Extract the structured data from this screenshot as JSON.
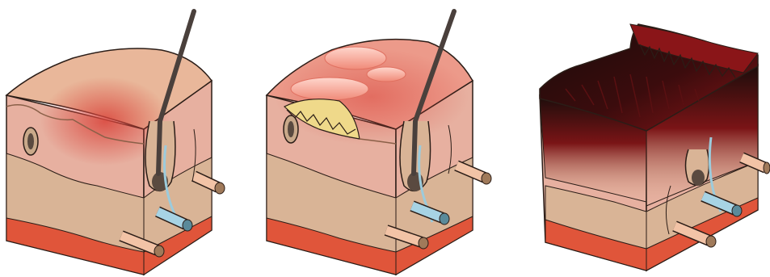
{
  "figure": {
    "panels": [
      {
        "id": "panel-1",
        "depiction": "skin-block-reddened-surface"
      },
      {
        "id": "panel-2",
        "depiction": "skin-block-blisters"
      },
      {
        "id": "panel-3",
        "depiction": "skin-block-charred-surface"
      }
    ],
    "colors": {
      "outline": "#2b1d17",
      "skin_top": "#e9b79a",
      "epidermis_side": "#e7b0a0",
      "dermis_side": "#d9b496",
      "subcut_side": "#c9a98a",
      "muscle_red": "#e0553a",
      "redness": "#d9433a",
      "blister": "#f7a08f",
      "blister_fluid": "#efd98a",
      "char_black": "#1a0d0b",
      "char_red": "#8a1518",
      "hair": "#4a403c",
      "vessel_blue": "#a7d3e4",
      "vessel_tan": "#f2c3a6",
      "nerve": "#9ccbdc"
    }
  }
}
